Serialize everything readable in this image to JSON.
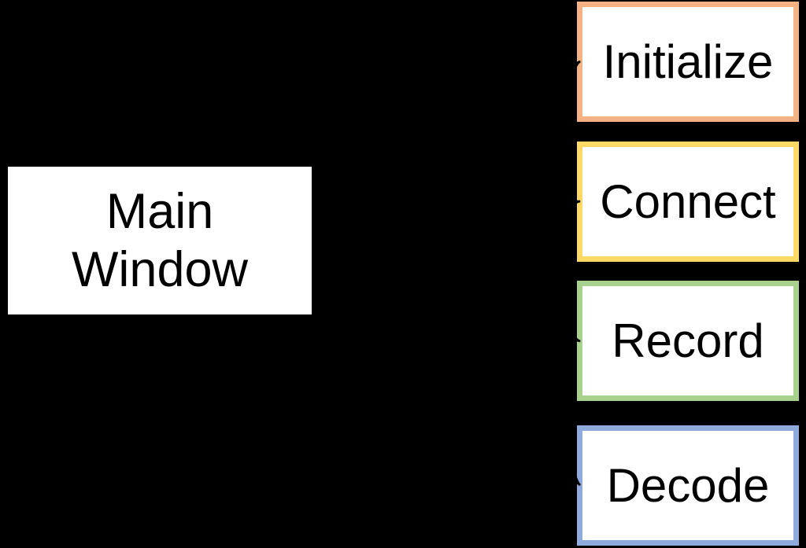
{
  "diagram": {
    "background_color": "#000000",
    "main_box": {
      "label": "Main Window",
      "label_lines": [
        "Main",
        "Window"
      ],
      "fill_color": "#ffffff",
      "border_color": "#000000"
    },
    "steps": [
      {
        "label": "Initialize",
        "border_color": "#F4B183",
        "fill_color": "#ffffff"
      },
      {
        "label": "Connect",
        "border_color": "#FFD966",
        "fill_color": "#ffffff"
      },
      {
        "label": "Record",
        "border_color": "#A9D18E",
        "fill_color": "#ffffff"
      },
      {
        "label": "Decode",
        "border_color": "#8FAADC",
        "fill_color": "#ffffff"
      }
    ],
    "connectors": {
      "color": "#000000",
      "from": "main-window-box",
      "to": [
        "Initialize",
        "Connect",
        "Record",
        "Decode"
      ]
    }
  }
}
